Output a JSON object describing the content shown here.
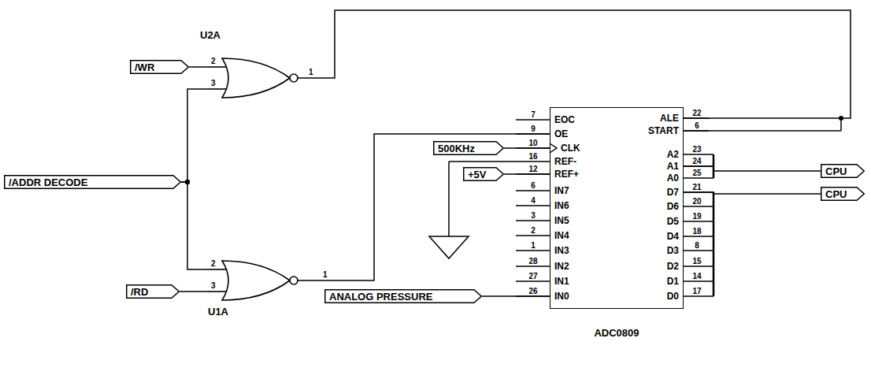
{
  "diagram": {
    "nodes": [
      {
        "text": [
          "U2A"
        ]
      },
      {
        "text": [
          "/WR"
        ]
      },
      {
        "text": [
          "/ADDR DECODE"
        ]
      },
      {
        "text": [
          "U1A"
        ]
      },
      {
        "text": [
          "/RD"
        ]
      },
      {
        "text": [
          "ADC0809"
        ]
      },
      {
        "text": [
          "500KHz"
        ]
      },
      {
        "text": [
          "+5V"
        ]
      },
      {
        "text": [
          "ANALOG PRESSURE"
        ]
      },
      {
        "text": [
          "CPU"
        ]
      },
      {
        "text": [
          "CPU"
        ]
      }
    ],
    "edges": [
      {
        "from": 1,
        "to": 0,
        "arrow": "none"
      },
      {
        "from": 2,
        "to": 0,
        "arrow": "none"
      },
      {
        "from": 2,
        "to": 3,
        "arrow": "none"
      },
      {
        "from": 4,
        "to": 3,
        "arrow": "none"
      },
      {
        "from": 0,
        "to": 5,
        "arrow": "none"
      },
      {
        "from": 3,
        "to": 5,
        "arrow": "none"
      },
      {
        "from": 6,
        "to": 5,
        "arrow": "none"
      },
      {
        "from": 7,
        "to": 5,
        "arrow": "none"
      },
      {
        "from": 8,
        "to": 5,
        "arrow": "none"
      },
      {
        "from": 5,
        "to": 9,
        "arrow": "none"
      },
      {
        "from": 5,
        "to": 10,
        "arrow": "none"
      }
    ],
    "labels": [
      "2",
      "3",
      "1",
      "2",
      "3",
      "1",
      "EOC",
      "7",
      "OE",
      "9",
      "CLK",
      "10",
      "REF-",
      "16",
      "REF+",
      "12",
      "IN7",
      "6",
      "IN6",
      "4",
      "IN5",
      "3",
      "IN4",
      "2",
      "IN3",
      "1",
      "IN2",
      "28",
      "IN1",
      "27",
      "IN0",
      "26",
      "ALE",
      "22",
      "START",
      "6",
      "A2",
      "23",
      "A1",
      "24",
      "A0",
      "25",
      "D7",
      "21",
      "D6",
      "20",
      "D5",
      "19",
      "D4",
      "18",
      "D3",
      "8",
      "D2",
      "15",
      "D1",
      "14",
      "D0",
      "17"
    ]
  }
}
